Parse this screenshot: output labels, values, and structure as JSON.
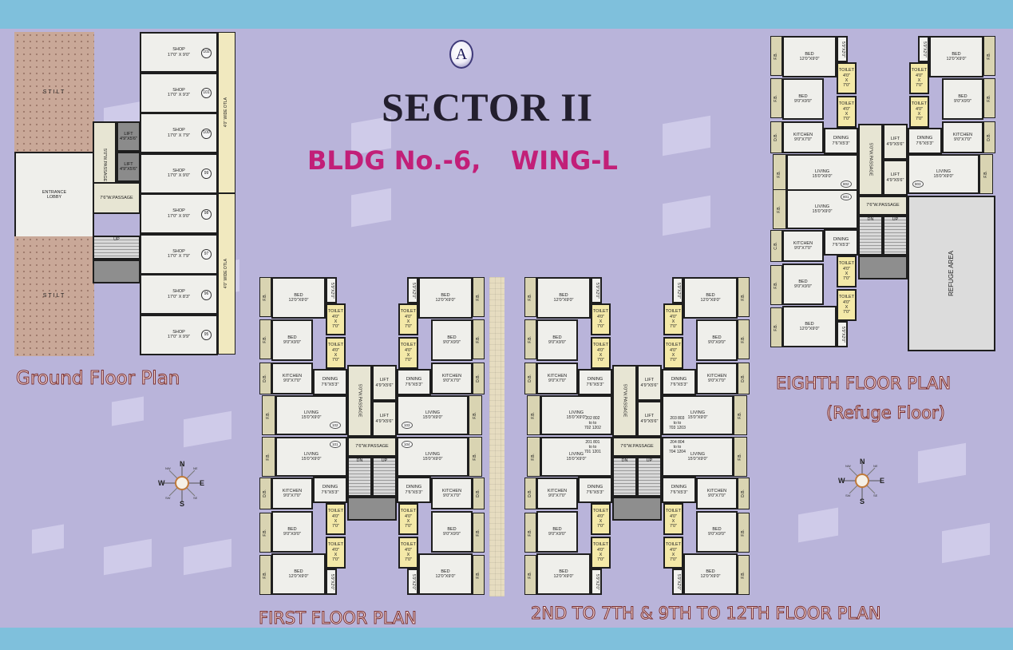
{
  "header": {
    "logo_letter": "A",
    "title": "SECTOR II",
    "bldg": "BLDG No.-6,",
    "wing": "WING-L"
  },
  "colors": {
    "background": "#b9b4da",
    "bars": "#7fc0dc",
    "subtitle": "#c21f78",
    "title": "#231f2e",
    "toilet": "#f4e9a8",
    "label_fill": "#f4dcdc",
    "label_stroke": "#7a3030"
  },
  "compass": {
    "n": "N",
    "e": "E",
    "s": "S",
    "w": "W",
    "ne": "NE",
    "nw": "NW",
    "se": "SE",
    "sw": "SW"
  },
  "ground_floor": {
    "label": "Ground Floor Plan",
    "stilt_top": "STILT",
    "stilt_bottom": "STILT",
    "lobby": "ENTRANCE\nLOBBY",
    "passage_v": "5'0\"W.PASSAGE",
    "passage_h": "7'6\"W.PASSAGE",
    "lift1": "LIFT\n4'9\"X5'6\"",
    "lift2": "LIFT\n4'9\"X5'6\"",
    "up": "UP",
    "otla_top": "4'0\" WIDE OTLA",
    "otla_bottom": "4'0\" WIDE OTLA",
    "shops": [
      {
        "label": "SHOP\n17'0\" X 9'0\"",
        "no": "102"
      },
      {
        "label": "SHOP\n17'0\" X 9'3\"",
        "no": "101"
      },
      {
        "label": "SHOP\n17'0\" X 7'9\"",
        "no": "100"
      },
      {
        "label": "SHOP\n17'0\" X 9'0\"",
        "no": "99"
      },
      {
        "label": "SHOP\n17'0\" X 9'0\"",
        "no": "98"
      },
      {
        "label": "SHOP\n17'0\" X 7'9\"",
        "no": "97"
      },
      {
        "label": "SHOP\n17'0\" X 8'3\"",
        "no": "96"
      },
      {
        "label": "SHOP\n17'0\" X 9'9\"",
        "no": "95"
      }
    ]
  },
  "first_floor": {
    "label": "FIRST FLOOR PLAN",
    "core": {
      "passage_v": "5'0\"W.PASSAGE",
      "passage_h": "7'6\"W.PASSAGE",
      "lift1": "LIFT\n4'9\"X5'6\"",
      "lift2": "LIFT\n4'9\"X5'6\"",
      "dn": "DN",
      "up": "UP"
    },
    "flats": [
      {
        "unit": "102",
        "bed_master": "BED\n12'0\"X9'0\"",
        "bed": "BED\n9'0\"X9'0\"",
        "kitchen": "KITCHEN\n9'0\"X7'0\"",
        "dining": "DINING\n7'6\"X5'3\"",
        "living": "LIVING\n15'0\"X9'0\"",
        "toilet": "TOILET\n4'0\"\nX\n7'0\"",
        "fb": "F.B.",
        "db": "D.B.",
        "duct": "5'9\"X2'0\""
      },
      {
        "unit": "103",
        "bed_master": "BED\n12'0\"X9'0\"",
        "bed": "BED\n9'0\"X9'0\"",
        "kitchen": "KITCHEN\n9'0\"X7'0\"",
        "dining": "DINING\n7'6\"X5'3\"",
        "living": "LIVING\n15'0\"X9'0\"",
        "toilet": "TOILET\n4'0\"\nX\n7'0\"",
        "fb": "F.B.",
        "db": "D.B.",
        "duct": "5'9\"X2'0\""
      },
      {
        "unit": "101",
        "bed_master": "BED\n12'0\"X9'0\"",
        "bed": "BED\n9'0\"X9'0\"",
        "kitchen": "KITCHEN\n9'0\"X7'0\"",
        "dining": "DINING\n7'6\"X5'3\"",
        "living": "LIVING\n15'0\"X9'0\"",
        "toilet": "TOILET\n4'0\"\nX\n7'0\"",
        "fb": "F.B.",
        "db": "D.B.",
        "duct": "5'9\"X2'0\""
      },
      {
        "unit": "104",
        "bed_master": "BED\n12'0\"X9'0\"",
        "bed": "BED\n9'0\"X9'0\"",
        "kitchen": "KITCHEN\n9'0\"X7'0\"",
        "dining": "DINING\n7'6\"X5'3\"",
        "living": "LIVING\n15'0\"X9'0\"",
        "toilet": "TOILET\n4'0\"\nX\n7'0\"",
        "fb": "F.B.",
        "db": "D.B.",
        "duct": "5'9\"X2'0\""
      }
    ]
  },
  "typical_floor": {
    "label": "2ND TO 7TH & 9TH TO 12TH FLOOR PLAN",
    "core": {
      "passage_v": "5'0\"W.PASSAGE",
      "passage_h": "7'6\"W.PASSAGE",
      "lift1": "LIFT\n4'9\"X5'6\"",
      "lift2": "LIFT\n4'9\"X5'6\"",
      "dn": "DN",
      "up": "UP"
    },
    "flats": [
      {
        "unit": "202  802\nto   to\n702  1202",
        "bed_master": "BED\n12'0\"X9'0\"",
        "bed": "BED\n9'0\"X9'0\"",
        "kitchen": "KITCHEN\n9'0\"X7'0\"",
        "dining": "DINING\n7'6\"X5'3\"",
        "living": "LIVING\n15'0\"X9'0\"",
        "toilet": "TOILET\n4'0\"\nX\n7'0\"",
        "fb": "F.B.",
        "db": "D.B.",
        "duct": "5'9\"X2'0\""
      },
      {
        "unit": "203  803\nto   to\n703  1203",
        "bed_master": "BED\n12'0\"X9'0\"",
        "bed": "BED\n9'0\"X9'0\"",
        "kitchen": "KITCHEN\n9'0\"X7'0\"",
        "dining": "DINING\n7'6\"X5'3\"",
        "living": "LIVING\n15'0\"X9'0\"",
        "toilet": "TOILET\n4'0\"\nX\n7'0\"",
        "fb": "F.B.",
        "db": "D.B.",
        "duct": "5'9\"X2'0\""
      },
      {
        "unit": "201  801\nto   to\n701  1201",
        "bed_master": "BED\n12'0\"X9'0\"",
        "bed": "BED\n9'0\"X9'0\"",
        "kitchen": "KITCHEN\n9'0\"X7'0\"",
        "dining": "DINING\n7'6\"X5'3\"",
        "living": "LIVING\n15'0\"X9'0\"",
        "toilet": "TOILET\n4'0\"\nX\n7'0\"",
        "fb": "F.B.",
        "db": "D.B.",
        "duct": "5'9\"X2'0\""
      },
      {
        "unit": "204  804\nto   to\n704  1204",
        "bed_master": "BED\n12'0\"X9'0\"",
        "bed": "BED\n9'0\"X9'0\"",
        "kitchen": "KITCHEN\n9'0\"X7'0\"",
        "dining": "DINING\n7'6\"X5'3\"",
        "living": "LIVING\n15'0\"X9'0\"",
        "toilet": "TOILET\n4'0\"\nX\n7'0\"",
        "fb": "F.B.",
        "db": "D.B.",
        "duct": "5'9\"X2'0\""
      }
    ]
  },
  "eighth_floor": {
    "label": "EIGHTH FLOOR PLAN",
    "sublabel": "(Refuge Floor)",
    "refuge": "REFUGE AREA",
    "core": {
      "passage_v": "5'0\"W.PASSAGE",
      "passage_h": "7'6\"W.PASSAGE",
      "lift1": "LIFT\n4'9\"X5'6\"",
      "lift2": "LIFT\n4'9\"X5'6\"",
      "dn": "DN",
      "up": "UP"
    },
    "flats": [
      {
        "unit": "802",
        "bed_master": "BED\n12'0\"X9'0\"",
        "bed": "BED\n9'0\"X9'0\"",
        "kitchen": "KITCHEN\n9'0\"X7'0\"",
        "dining": "DINING\n7'6\"X5'3\"",
        "living": "LIVING\n15'0\"X9'0\"",
        "toilet": "TOILET\n4'0\"\nX\n7'0\"",
        "fb": "F.B.",
        "db": "D.B.",
        "duct": "5'9\"X2'0\""
      },
      {
        "unit": "803",
        "bed_master": "BED\n12'0\"X9'0\"",
        "bed": "BED\n9'0\"X9'0\"",
        "kitchen": "KITCHEN\n9'0\"X7'0\"",
        "dining": "DINING\n7'6\"X5'3\"",
        "living": "LIVING\n15'0\"X9'0\"",
        "toilet": "TOILET\n4'0\"\nX\n7'0\"",
        "fb": "F.B.",
        "db": "D.B.",
        "duct": "5'9\"X2'0\""
      },
      {
        "unit": "801",
        "bed_master": "BED\n12'0\"X9'0\"",
        "bed": "BED\n9'0\"X9'0\"",
        "kitchen": "KITCHEN\n9'0\"X7'0\"",
        "dining": "DINING\n7'6\"X5'3\"",
        "living": "LIVING\n15'0\"X9'0\"",
        "toilet": "TOILET\n4'0\"\nX\n7'0\"",
        "fb": "F.B.",
        "db": "C.B.",
        "duct": "5'9\"X2'0\""
      }
    ]
  }
}
